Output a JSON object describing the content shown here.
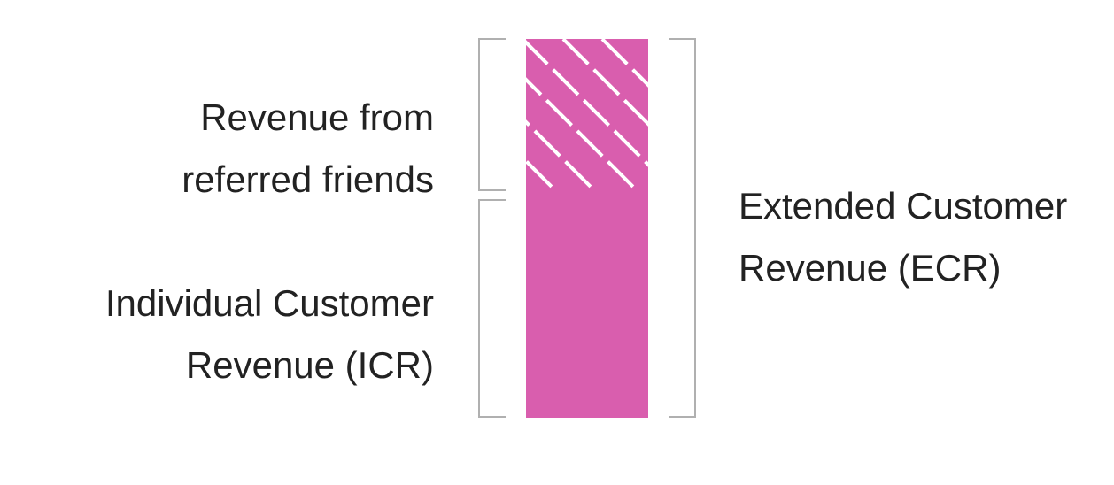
{
  "labels": {
    "referred": {
      "line1": "Revenue from",
      "line2": "referred friends"
    },
    "icr": {
      "line1": "Individual Customer",
      "line2": "Revenue (ICR)"
    },
    "ecr": {
      "line1": "Extended Customer",
      "line2": "Revenue (ECR)"
    }
  },
  "colors": {
    "bar_fill": "#d95eae",
    "hatch": "#ffffff",
    "bracket": "#b0b0b0",
    "text": "#222222"
  }
}
